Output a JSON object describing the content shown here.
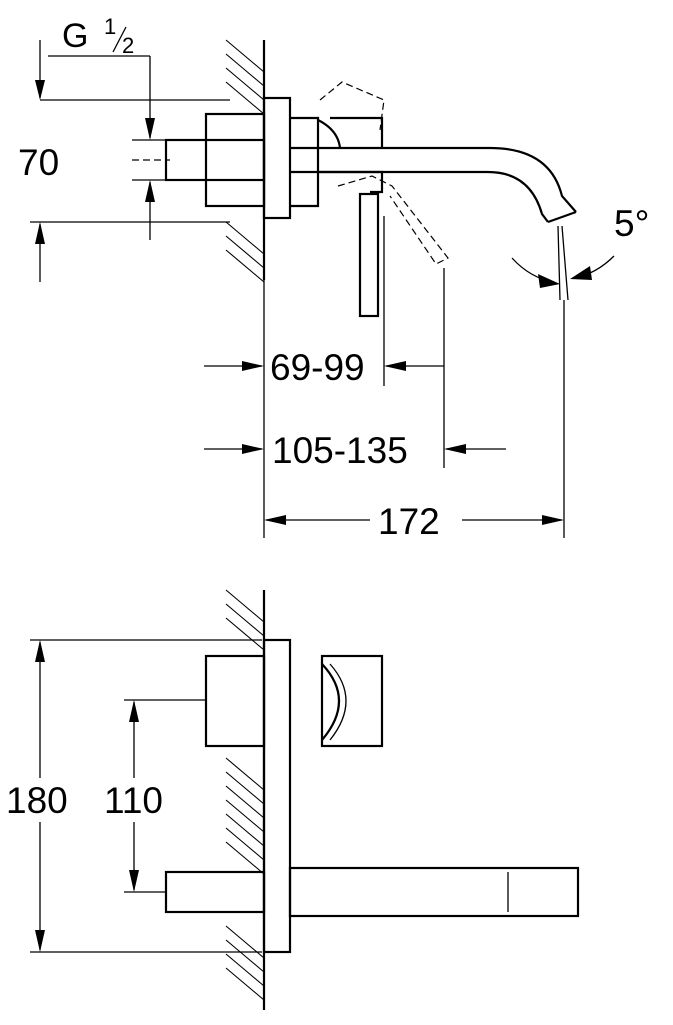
{
  "side_view": {
    "thread": "G",
    "thread_num": "1",
    "thread_den": "2",
    "dim_height": "70",
    "dim_lever_range": "69-99",
    "dim_cartridge_range": "105-135",
    "dim_projection": "172",
    "dim_angle": "5°"
  },
  "front_view": {
    "dim_total_height": "180",
    "dim_spacing": "110"
  }
}
